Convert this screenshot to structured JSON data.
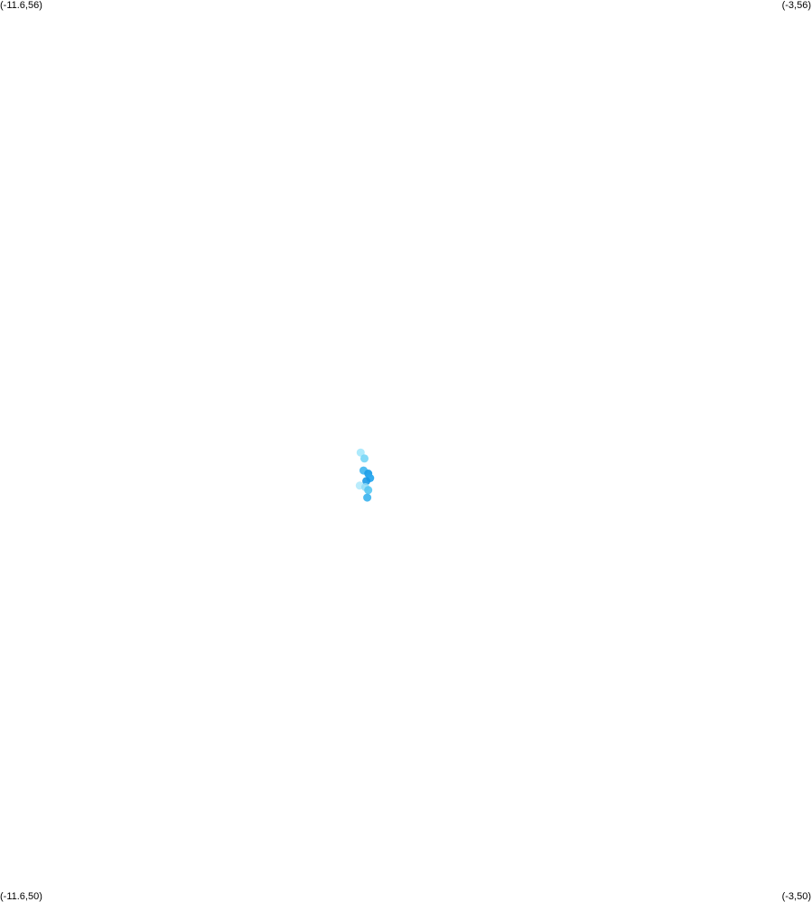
{
  "map": {
    "corners": {
      "top_left": "(-11.6,56)",
      "top_right": "(-3,56)",
      "bottom_left": "(-11.6,50)",
      "bottom_right": "(-3,50)"
    },
    "bounds": {
      "lon_min": -11.6,
      "lon_max": -3,
      "lat_min": 50,
      "lat_max": 56
    },
    "points": [
      {
        "lon": -7.78,
        "lat": 52.99,
        "color": "#9fe6fb",
        "opacity": 0.85
      },
      {
        "lon": -7.74,
        "lat": 52.95,
        "color": "#6fd3f6",
        "opacity": 0.85
      },
      {
        "lon": -7.75,
        "lat": 52.87,
        "color": "#3fb6ef",
        "opacity": 0.9
      },
      {
        "lon": -7.7,
        "lat": 52.85,
        "color": "#1f9fe8",
        "opacity": 0.95
      },
      {
        "lon": -7.68,
        "lat": 52.82,
        "color": "#2aa8ee",
        "opacity": 0.95
      },
      {
        "lon": -7.72,
        "lat": 52.8,
        "color": "#1a99e6",
        "opacity": 0.9
      },
      {
        "lon": -7.79,
        "lat": 52.77,
        "color": "#aee9fb",
        "opacity": 0.85
      },
      {
        "lon": -7.73,
        "lat": 52.76,
        "color": "#8fdcf7",
        "opacity": 0.85
      },
      {
        "lon": -7.7,
        "lat": 52.74,
        "color": "#55c6f2",
        "opacity": 0.9
      },
      {
        "lon": -7.71,
        "lat": 52.69,
        "color": "#3ab3ee",
        "opacity": 0.9
      }
    ]
  }
}
